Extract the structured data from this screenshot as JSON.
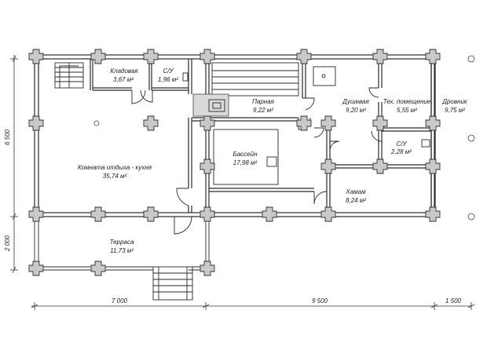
{
  "rooms": [
    {
      "name": "Кладовая",
      "area": "3,67 м²"
    },
    {
      "name": "С/У",
      "area": "1,96 м²"
    },
    {
      "name": "Парная",
      "area": "9,22 м²"
    },
    {
      "name": "Душевая",
      "area": "9,20 м²"
    },
    {
      "name": "Тех. помещение",
      "area": "5,55 м²"
    },
    {
      "name": "Дровник",
      "area": "9,75 м²"
    },
    {
      "name": "Бассейн",
      "area": "17,98 м²"
    },
    {
      "name": "С/У",
      "area": "2,28 м²"
    },
    {
      "name": "Комната отдыха - кухня",
      "area": "35,74 м²"
    },
    {
      "name": "Хамам",
      "area": "8,24 м²"
    },
    {
      "name": "Терраса",
      "area": "11,73 м²"
    }
  ],
  "dimensions": {
    "bottom": [
      "7 000",
      "9 500",
      "1 500"
    ],
    "left": [
      "6 500",
      "2 000"
    ]
  }
}
